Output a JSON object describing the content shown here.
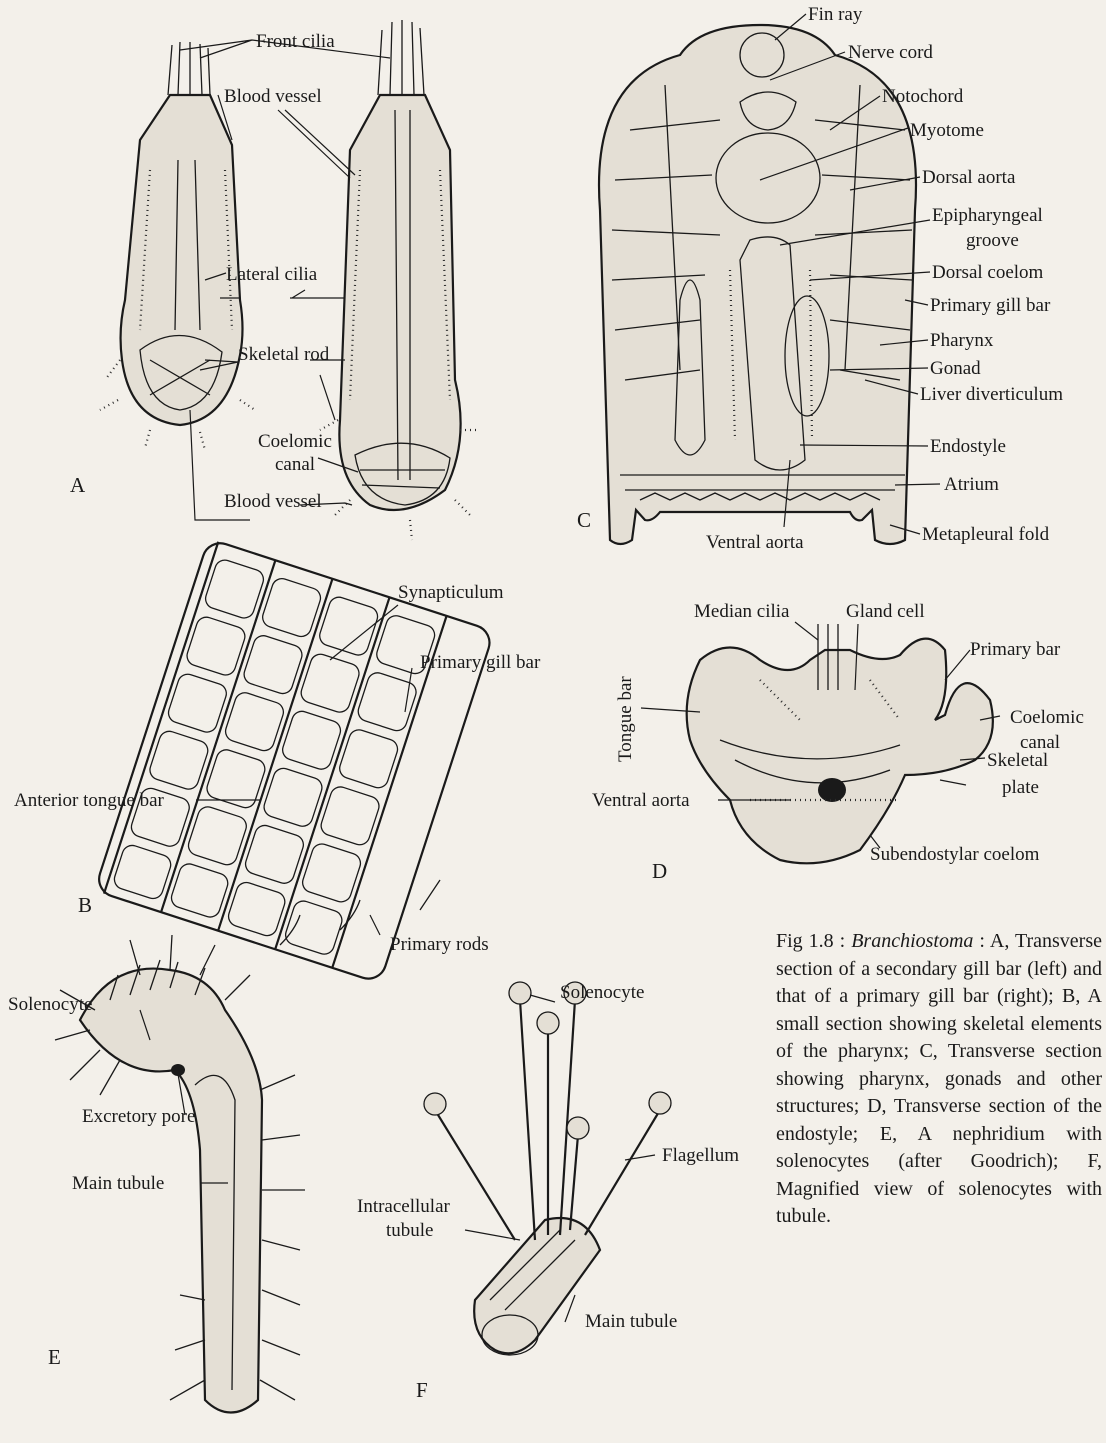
{
  "panels": {
    "A": "A",
    "B": "B",
    "C": "C",
    "D": "D",
    "E": "E",
    "F": "F"
  },
  "labels_A": {
    "front_cilia": "Front cilia",
    "blood_vessel_top": "Blood vessel",
    "lateral_cilia": "Lateral cilia",
    "skeletal_rod": "Skeletal rod",
    "coelomic_canal_1": "Coelomic",
    "coelomic_canal_2": "canal",
    "blood_vessel_bottom": "Blood vessel"
  },
  "labels_B": {
    "synapticulum": "Synapticulum",
    "primary_gill_bar": "Primary gill bar",
    "anterior_tongue_bar": "Anterior tongue bar",
    "primary_rods": "Primary rods"
  },
  "labels_C": {
    "fin_ray": "Fin ray",
    "nerve_cord": "Nerve cord",
    "notochord": "Notochord",
    "myotome": "Myotome",
    "dorsal_aorta": "Dorsal aorta",
    "epipharyngeal_1": "Epipharyngeal",
    "epipharyngeal_2": "groove",
    "dorsal_coelom": "Dorsal coelom",
    "primary_gill_bar": "Primary gill bar",
    "pharynx": "Pharynx",
    "gonad": "Gonad",
    "liver_diverticulum": "Liver diverticulum",
    "endostyle": "Endostyle",
    "atrium": "Atrium",
    "metapleural_fold": "Metapleural fold",
    "ventral_aorta": "Ventral aorta"
  },
  "labels_D": {
    "median_cilia": "Median cilia",
    "gland_cell": "Gland cell",
    "primary_bar": "Primary bar",
    "tongue_bar": "Tongue bar",
    "coelomic_canal_1": "Coelomic",
    "coelomic_canal_2": "canal",
    "skeletal_plate_1": "Skeletal",
    "skeletal_plate_2": "plate",
    "ventral_aorta": "Ventral aorta",
    "subendostylar_coelom": "Subendostylar coelom"
  },
  "labels_E": {
    "solenocyte": "Solenocyte",
    "excretory_pore": "Excretory pore",
    "main_tubule": "Main tubule"
  },
  "labels_F": {
    "solenocyte": "Solenocyte",
    "flagellum": "Flagellum",
    "intracellular_1": "Intracellular",
    "intracellular_2": "tubule",
    "main_tubule": "Main tubule"
  },
  "caption": {
    "fig_no": "Fig 1.8",
    "genus": "Branchiostoma",
    "text": " : A, Transverse section of a secondary gill bar (left) and that of a primary gill bar (right); B, A small section showing skeletal elements of the pharynx; C, Transverse section showing pharynx, gonads and other structures; D, Transverse section of the endostyle; E, A nephridium with solenocytes (after Goodrich); F, Magnified view of solenocytes with tubule."
  }
}
